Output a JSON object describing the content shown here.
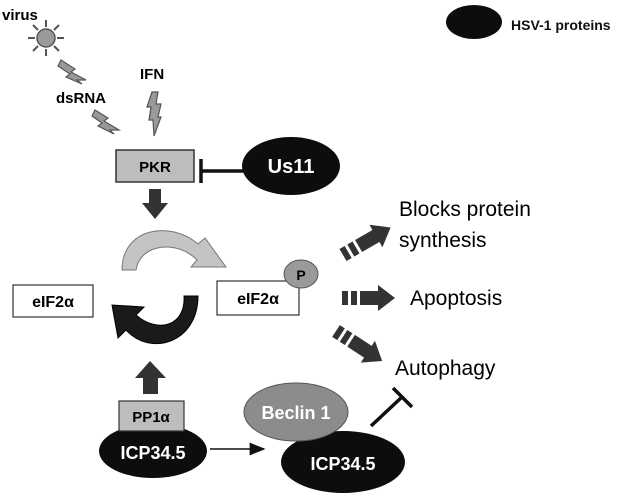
{
  "legend": {
    "label": "HSV-1 proteins"
  },
  "inducers": {
    "virus": "virus",
    "dsrna": "dsRNA",
    "ifn": "IFN"
  },
  "nodes": {
    "pkr": "PKR",
    "us11": "Us11",
    "eif2a": "eIF2α",
    "eif2a_p": "eIF2α",
    "phospho": "P",
    "pp1a": "PP1α",
    "icp34_left": "ICP34.5",
    "icp34_right": "ICP34.5",
    "beclin": "Beclin 1"
  },
  "outcomes": {
    "blocks_line1": "Blocks protein",
    "blocks_line2": "synthesis",
    "apoptosis": "Apoptosis",
    "autophagy": "Autophagy"
  },
  "colors": {
    "black_node": "#0d0d0d",
    "grey_box": "#bdbdbd",
    "beclin": "#8c8c8c",
    "light_arrow": "#c4c4c4",
    "dark": "#1a1a1a"
  },
  "icons": [
    "sun-virus-icon",
    "lightning-bolt-icon"
  ]
}
